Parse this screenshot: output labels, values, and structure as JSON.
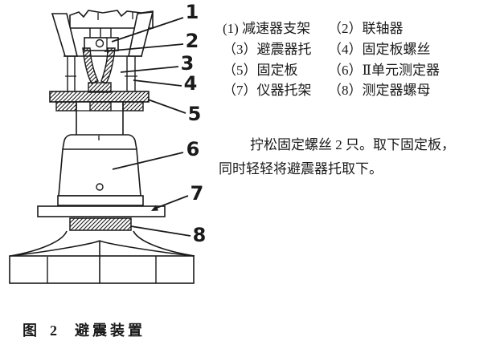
{
  "diagram": {
    "callouts": [
      "1",
      "2",
      "3",
      "4",
      "5",
      "6",
      "7",
      "8"
    ]
  },
  "legend": {
    "items": [
      {
        "no": "(1) ",
        "name": "减速器支架"
      },
      {
        "no": "（2）",
        "name": "联轴器"
      },
      {
        "no": "（3）",
        "name": "避震器托"
      },
      {
        "no": "（4）",
        "name": "固定板螺丝"
      },
      {
        "no": "（5）",
        "name": "固定板"
      },
      {
        "no": "（6）",
        "name": "Ⅱ单元测定器"
      },
      {
        "no": "（7）",
        "name": "仪器托架"
      },
      {
        "no": "（8）",
        "name": "测定器螺母"
      }
    ]
  },
  "instructions": {
    "lines": [
      "拧松固定螺丝 2 只。取下固定板，",
      "同时轻轻将避震器托取下。"
    ]
  },
  "caption": {
    "fig_label": "图",
    "fig_number": "2",
    "title": "避震装置"
  },
  "colors": {
    "ink": "#1a1a1a",
    "background": "#ffffff"
  }
}
